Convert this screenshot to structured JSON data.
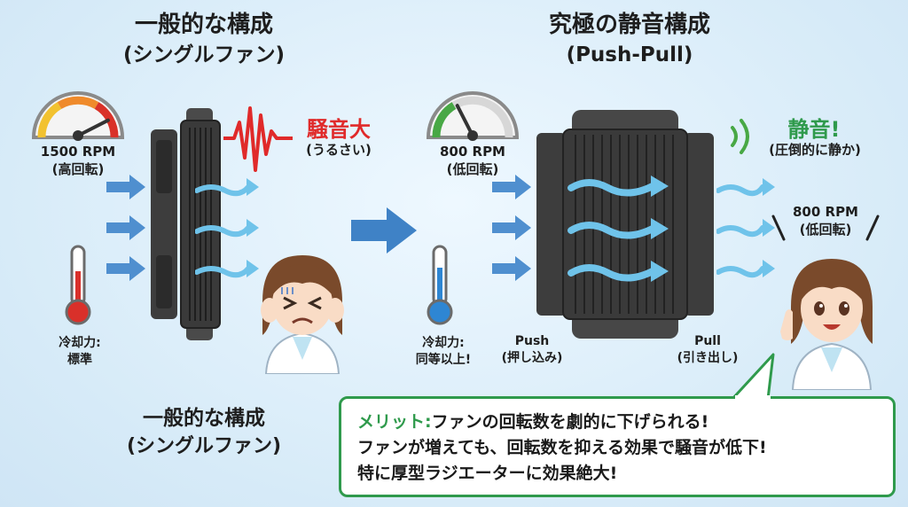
{
  "left": {
    "title": "一般的な構成",
    "subtitle": "(シングルファン)",
    "rpm": "1500 RPM",
    "rpm_note": "(高回転)",
    "noise_label": "騒音大",
    "noise_note": "(うるさい)",
    "cooling_label": "冷却力:",
    "cooling_value": "標準",
    "bottom_title": "一般的な構成",
    "bottom_subtitle": "(シングルファン)"
  },
  "right": {
    "title": "究極の静音構成",
    "subtitle": "(Push-Pull)",
    "rpm": "800 RPM",
    "rpm_note": "(低回転)",
    "quiet_label": "静音!",
    "quiet_note": "(圧倒的に静か)",
    "rpm2": "800 RPM",
    "rpm2_note": "(低回転)",
    "cooling_label": "冷却力:",
    "cooling_value": "同等以上!",
    "push_label": "Push",
    "push_note": "(押し込み)",
    "pull_label": "Pull",
    "pull_note": "(引き出し)"
  },
  "benefit": {
    "lead": "メリット:",
    "line1": "ファンの回転数を劇的に下げられる!",
    "line2": "ファンが増えても、回転数を抑える効果で騒音が低下!",
    "line3": "特に厚型ラジエーターに効果絶大!"
  },
  "colors": {
    "accent_red": "#e02a2a",
    "accent_green": "#2f9a4c",
    "arrow_blue": "#4f8fcf",
    "air_light_blue": "#6fc3ea"
  },
  "icons": {
    "gauge_left": "speedometer-high-icon",
    "gauge_right": "speedometer-low-icon",
    "noise": "sound-wave-icon",
    "quiet": "soft-sound-icon",
    "thermo_left": "thermometer-red-icon",
    "thermo_right": "thermometer-blue-icon",
    "transition": "arrow-right-icon"
  },
  "gauge_levels": {
    "left": 0.85,
    "right": 0.35
  }
}
